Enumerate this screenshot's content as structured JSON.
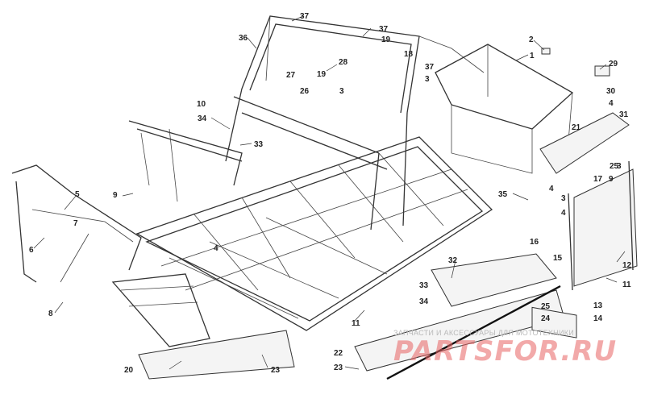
{
  "diagram": {
    "callouts": [
      {
        "id": "c37a",
        "text": "37"
      },
      {
        "id": "c37b",
        "text": "37"
      },
      {
        "id": "c37c",
        "text": "37"
      },
      {
        "id": "c36",
        "text": "36"
      },
      {
        "id": "c19a",
        "text": "19"
      },
      {
        "id": "c19b",
        "text": "19"
      },
      {
        "id": "c18",
        "text": "18"
      },
      {
        "id": "c2",
        "text": "2"
      },
      {
        "id": "c1",
        "text": "1"
      },
      {
        "id": "c28",
        "text": "28"
      },
      {
        "id": "c27",
        "text": "27"
      },
      {
        "id": "c26",
        "text": "26"
      },
      {
        "id": "c3a",
        "text": "3"
      },
      {
        "id": "c3b",
        "text": "3"
      },
      {
        "id": "c3c",
        "text": "3"
      },
      {
        "id": "c3d",
        "text": "3"
      },
      {
        "id": "c29",
        "text": "29"
      },
      {
        "id": "c30",
        "text": "30"
      },
      {
        "id": "c4a",
        "text": "4"
      },
      {
        "id": "c31",
        "text": "31"
      },
      {
        "id": "c10",
        "text": "10"
      },
      {
        "id": "c34a",
        "text": "34"
      },
      {
        "id": "c33a",
        "text": "33"
      },
      {
        "id": "c21",
        "text": "21"
      },
      {
        "id": "c25a",
        "text": "25"
      },
      {
        "id": "c17",
        "text": "17"
      },
      {
        "id": "c9a",
        "text": "9"
      },
      {
        "id": "c9b",
        "text": "9"
      },
      {
        "id": "c5",
        "text": "5"
      },
      {
        "id": "c7",
        "text": "7"
      },
      {
        "id": "c35",
        "text": "35"
      },
      {
        "id": "c4b",
        "text": "4"
      },
      {
        "id": "c4c",
        "text": "4"
      },
      {
        "id": "c4d",
        "text": "4"
      },
      {
        "id": "c6",
        "text": "6"
      },
      {
        "id": "c16",
        "text": "16"
      },
      {
        "id": "c15",
        "text": "15"
      },
      {
        "id": "c12",
        "text": "12"
      },
      {
        "id": "c32",
        "text": "32"
      },
      {
        "id": "c33b",
        "text": "33"
      },
      {
        "id": "c34b",
        "text": "34"
      },
      {
        "id": "c11a",
        "text": "11"
      },
      {
        "id": "c11b",
        "text": "11"
      },
      {
        "id": "c25b",
        "text": "25"
      },
      {
        "id": "c24",
        "text": "24"
      },
      {
        "id": "c13",
        "text": "13"
      },
      {
        "id": "c14",
        "text": "14"
      },
      {
        "id": "c8",
        "text": "8"
      },
      {
        "id": "c22",
        "text": "22"
      },
      {
        "id": "c23a",
        "text": "23"
      },
      {
        "id": "c23b",
        "text": "23"
      },
      {
        "id": "c20",
        "text": "20"
      }
    ]
  },
  "watermark": {
    "caption": "ЗАПЧАСТИ И АКСЕССУАРЫ ДЛЯ МОТОТЕХНИКИ",
    "logo": "PARTSFOR.RU",
    "color": "#e86464"
  }
}
